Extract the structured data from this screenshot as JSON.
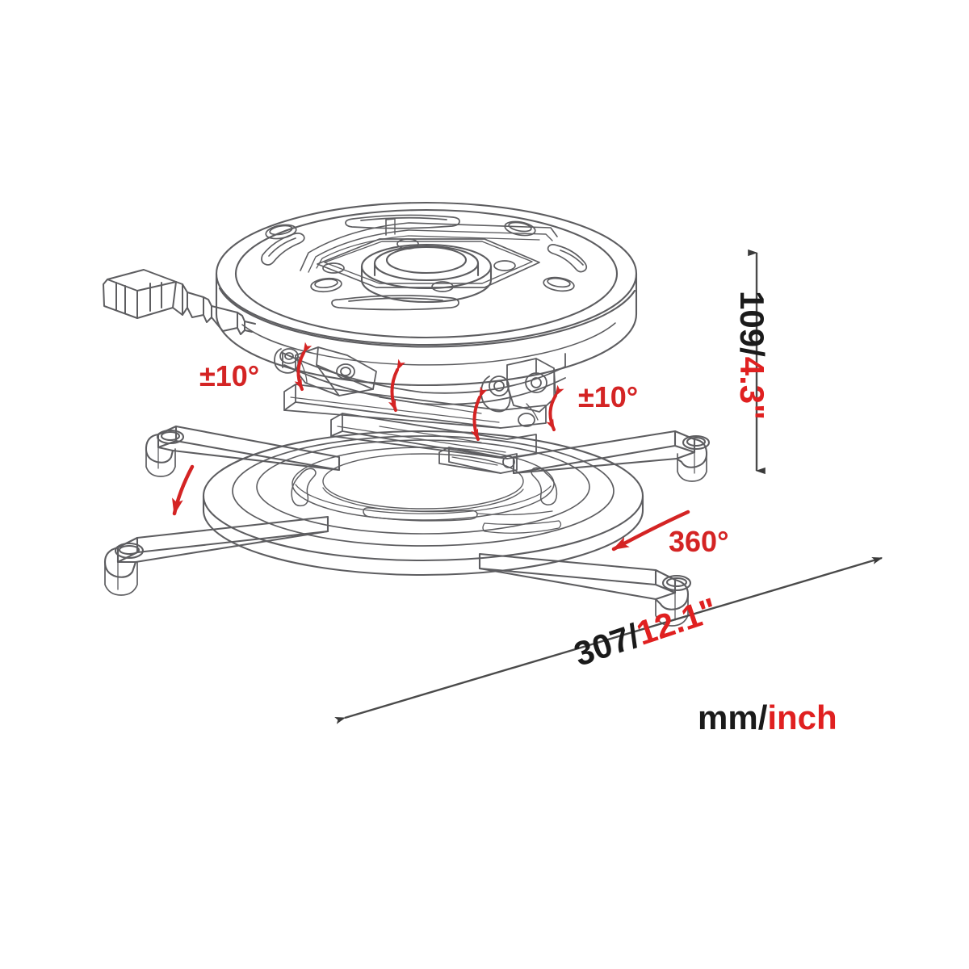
{
  "drawing": {
    "title": "Projector ceiling mount dimension drawing",
    "subject": "universal projector ceiling mount",
    "view": "three-quarter isometric",
    "background_color": "#ffffff",
    "line_color": "#58585a",
    "annotation_color": "#d42424",
    "dimension_line_color": "#4d4d4d"
  },
  "dimensions": {
    "height": {
      "mm": "109/",
      "inch": "4.3\"",
      "orientation": "vertical",
      "position": "right side of mount"
    },
    "width": {
      "mm": "307/",
      "inch": "12.1\"",
      "orientation": "diagonal",
      "position": "below mount, foot span"
    },
    "units_key": {
      "mm": "mm/",
      "inch": "inch"
    }
  },
  "annotations": [
    {
      "id": "tilt-left",
      "label": "±10°",
      "meaning": "tilt adjustment range, left side"
    },
    {
      "id": "tilt-right",
      "label": "±10°",
      "meaning": "tilt adjustment range, right side"
    },
    {
      "id": "rotate-360",
      "label": "360°",
      "meaning": "full rotation of mounting plate"
    }
  ],
  "parts": {
    "ceiling_plate": "round ceiling mounting disc with slots and screw holes",
    "knurled_knob": "knurled adjustment knob on left side of ceiling plate",
    "tilt_bracket": "central tilt and swivel bracket assembly",
    "rotation_plate": "round projector plate with concentric grooves",
    "arms": "four adjustable spider arms with cylindrical end feet"
  }
}
